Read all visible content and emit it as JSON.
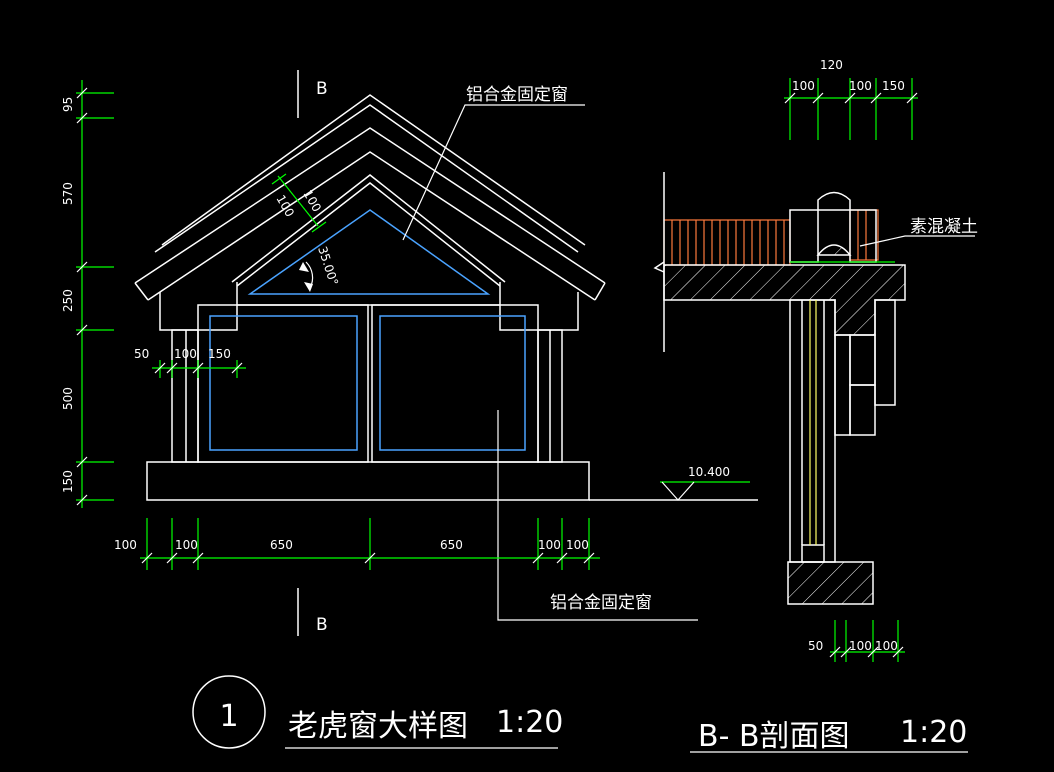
{
  "elevation": {
    "section_mark_top": "B",
    "section_mark_bottom": "B",
    "label_window_top": "铝合金固定窗",
    "label_window_bottom": "铝合金固定窗",
    "angle": "35.00°",
    "level": "10.400",
    "dims_vertical": [
      "95",
      "570",
      "250",
      "500",
      "150"
    ],
    "dims_roof": [
      "100",
      "100"
    ],
    "dims_post": [
      "50",
      "100",
      "150"
    ],
    "dims_bottom": [
      "100",
      "100",
      "650",
      "650",
      "100",
      "100"
    ],
    "title_number": "1",
    "title": "老虎窗大样图",
    "title_scale": "1:20"
  },
  "section": {
    "dims_top_total": "120",
    "dims_top": [
      "100",
      "100",
      "150"
    ],
    "dims_bottom": [
      "50",
      "100",
      "100"
    ],
    "label_concrete": "素混凝土",
    "title": "B- B剖面图",
    "title_scale": "1:20"
  },
  "colors": {
    "background": "#000000",
    "outline": "#ffffff",
    "dimension": "#00ff00",
    "window": "#4aa3ff",
    "brick": "#ff7a3d",
    "concrete_hatch": "#ffffff"
  }
}
